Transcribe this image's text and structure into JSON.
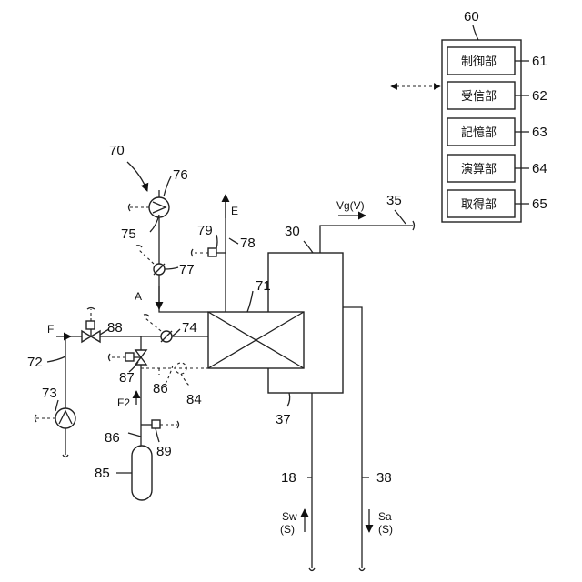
{
  "controller": {
    "id": "60",
    "units": [
      {
        "name": "制御部",
        "ref": "61"
      },
      {
        "name": "受信部",
        "ref": "62"
      },
      {
        "name": "記憶部",
        "ref": "63"
      },
      {
        "name": "演算部",
        "ref": "64"
      },
      {
        "name": "取得部",
        "ref": "65"
      }
    ]
  },
  "refs": {
    "r70": "70",
    "r76": "76",
    "r75": "75",
    "r77": "77",
    "r79": "79",
    "r78": "78",
    "r71": "71",
    "r72": "72",
    "r73": "73",
    "r74": "74",
    "r88": "88",
    "r87": "87",
    "r86a": "86",
    "r84": "84",
    "r86b": "86",
    "r89": "89",
    "r85": "85",
    "r30": "30",
    "r35": "35",
    "r37": "37",
    "r18": "18",
    "r38": "38"
  },
  "flows": {
    "E": "E",
    "A": "A",
    "F": "F",
    "F2": "F2",
    "vg": "Vg(V)",
    "sw": "Sw",
    "sw_s": "(S)",
    "sa": "Sa",
    "sa_s": "(S)"
  }
}
